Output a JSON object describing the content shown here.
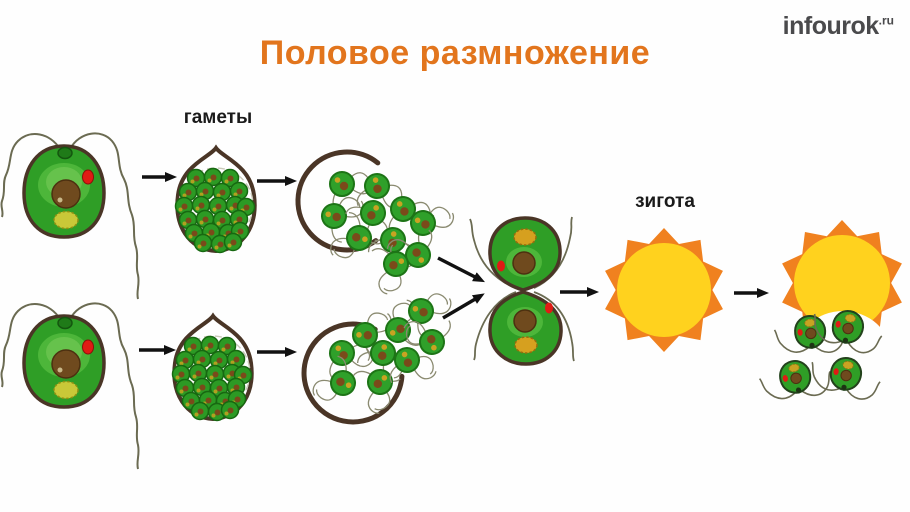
{
  "title": "Половое размножение",
  "logo": {
    "text": "infourok",
    "tld": ".ru"
  },
  "labels": {
    "gametes": "гаметы",
    "zygote": "зигота"
  },
  "diagram": {
    "stage_count": 6,
    "colors": {
      "title_orange": "#E2751D",
      "logo_gray": "#4A4A4C",
      "cell_green": "#2F9E26",
      "cell_green_light": "#55B93E",
      "outline_brown": "#4A3526",
      "nucleus_brown": "#6F4A1E",
      "eyespot_red": "#E01B14",
      "pyrenoid_yellow": "#C9C838",
      "zygote_orange": "#F0811F",
      "zygote_yellow": "#FFD21E",
      "arrow_black": "#111111"
    }
  }
}
